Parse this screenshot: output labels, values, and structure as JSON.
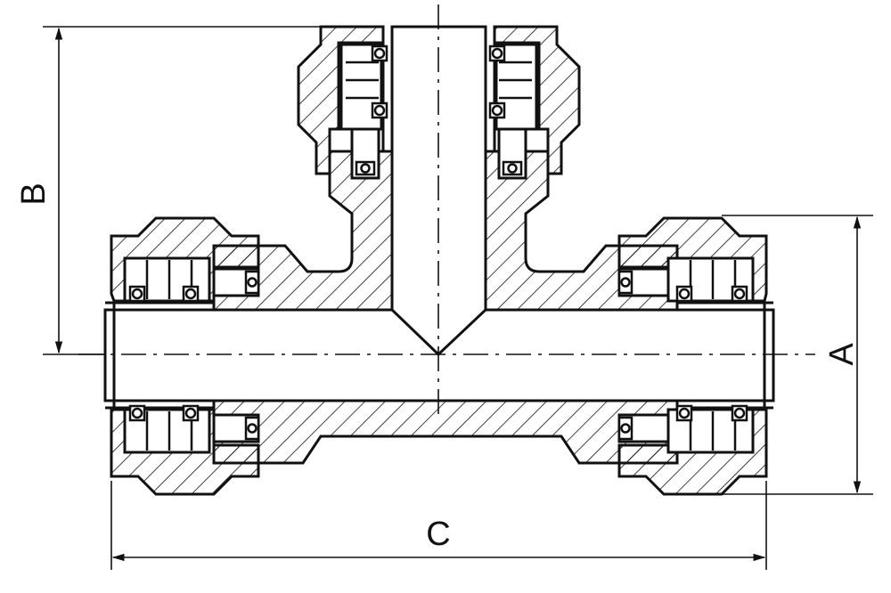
{
  "drawing": {
    "type": "cross-section drawing of a tee pipe fitting",
    "dimensions": {
      "a": "A",
      "b": "B",
      "c": "C"
    },
    "colors": {
      "line": "#111111",
      "background": "#ffffff"
    }
  }
}
